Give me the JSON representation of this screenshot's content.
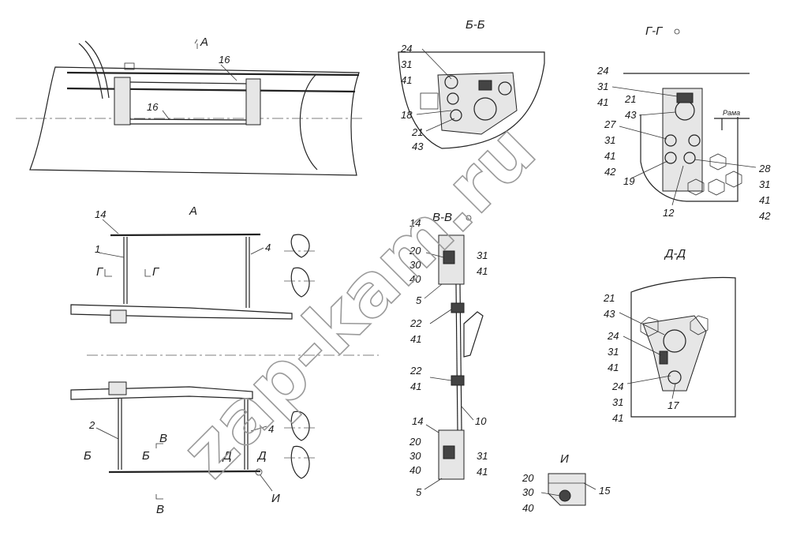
{
  "view_titles": {
    "arrow_a": "А",
    "a": "А",
    "bb": "Б-Б",
    "gg": "Г-Г",
    "vv": "В-В",
    "dd": "Д-Д",
    "i": "И"
  },
  "section_marks": {
    "g_left": "Г",
    "g_right": "Г",
    "b_left": "Б",
    "b_right": "Б",
    "d_left": "Д",
    "d_right": "Д",
    "v_top": "В",
    "v_bottom": "В",
    "i_callout": "И"
  },
  "frame_label": "Рама",
  "top_view": {
    "l16a": "16",
    "l16b": "16"
  },
  "view_a": {
    "l14": "14",
    "l1": "1",
    "l4a": "4",
    "l2": "2",
    "l4b": "4"
  },
  "bb": {
    "l24": "24",
    "l31": "31",
    "l41": "41",
    "l18": "18",
    "l21": "21",
    "l43": "43"
  },
  "gg": {
    "l24": "24",
    "l31a": "31",
    "l41a": "41",
    "l21": "21",
    "l43": "43",
    "l27": "27",
    "l31b": "31",
    "l41b": "41",
    "l42a": "42",
    "l19": "19",
    "l12": "12",
    "l28": "28",
    "l31c": "31",
    "l41c": "41",
    "l42b": "42"
  },
  "vv": {
    "l14a": "14",
    "l20a": "20",
    "l30a": "30",
    "l40a": "40",
    "l31a": "31",
    "l41a": "41",
    "l5a": "5",
    "l22a": "22",
    "l41b": "41",
    "l22b": "22",
    "l41c": "41",
    "l10": "10",
    "l14b": "14",
    "l20b": "20",
    "l30b": "30",
    "l40b": "40",
    "l31b": "31",
    "l41d": "41",
    "l5b": "5"
  },
  "dd": {
    "l21": "21",
    "l43": "43",
    "l24a": "24",
    "l31a": "31",
    "l41a": "41",
    "l24b": "24",
    "l31b": "31",
    "l41b": "41",
    "l17": "17"
  },
  "iv": {
    "l20": "20",
    "l30": "30",
    "l40": "40",
    "l15": "15"
  },
  "watermark": "zap-kam.ru"
}
